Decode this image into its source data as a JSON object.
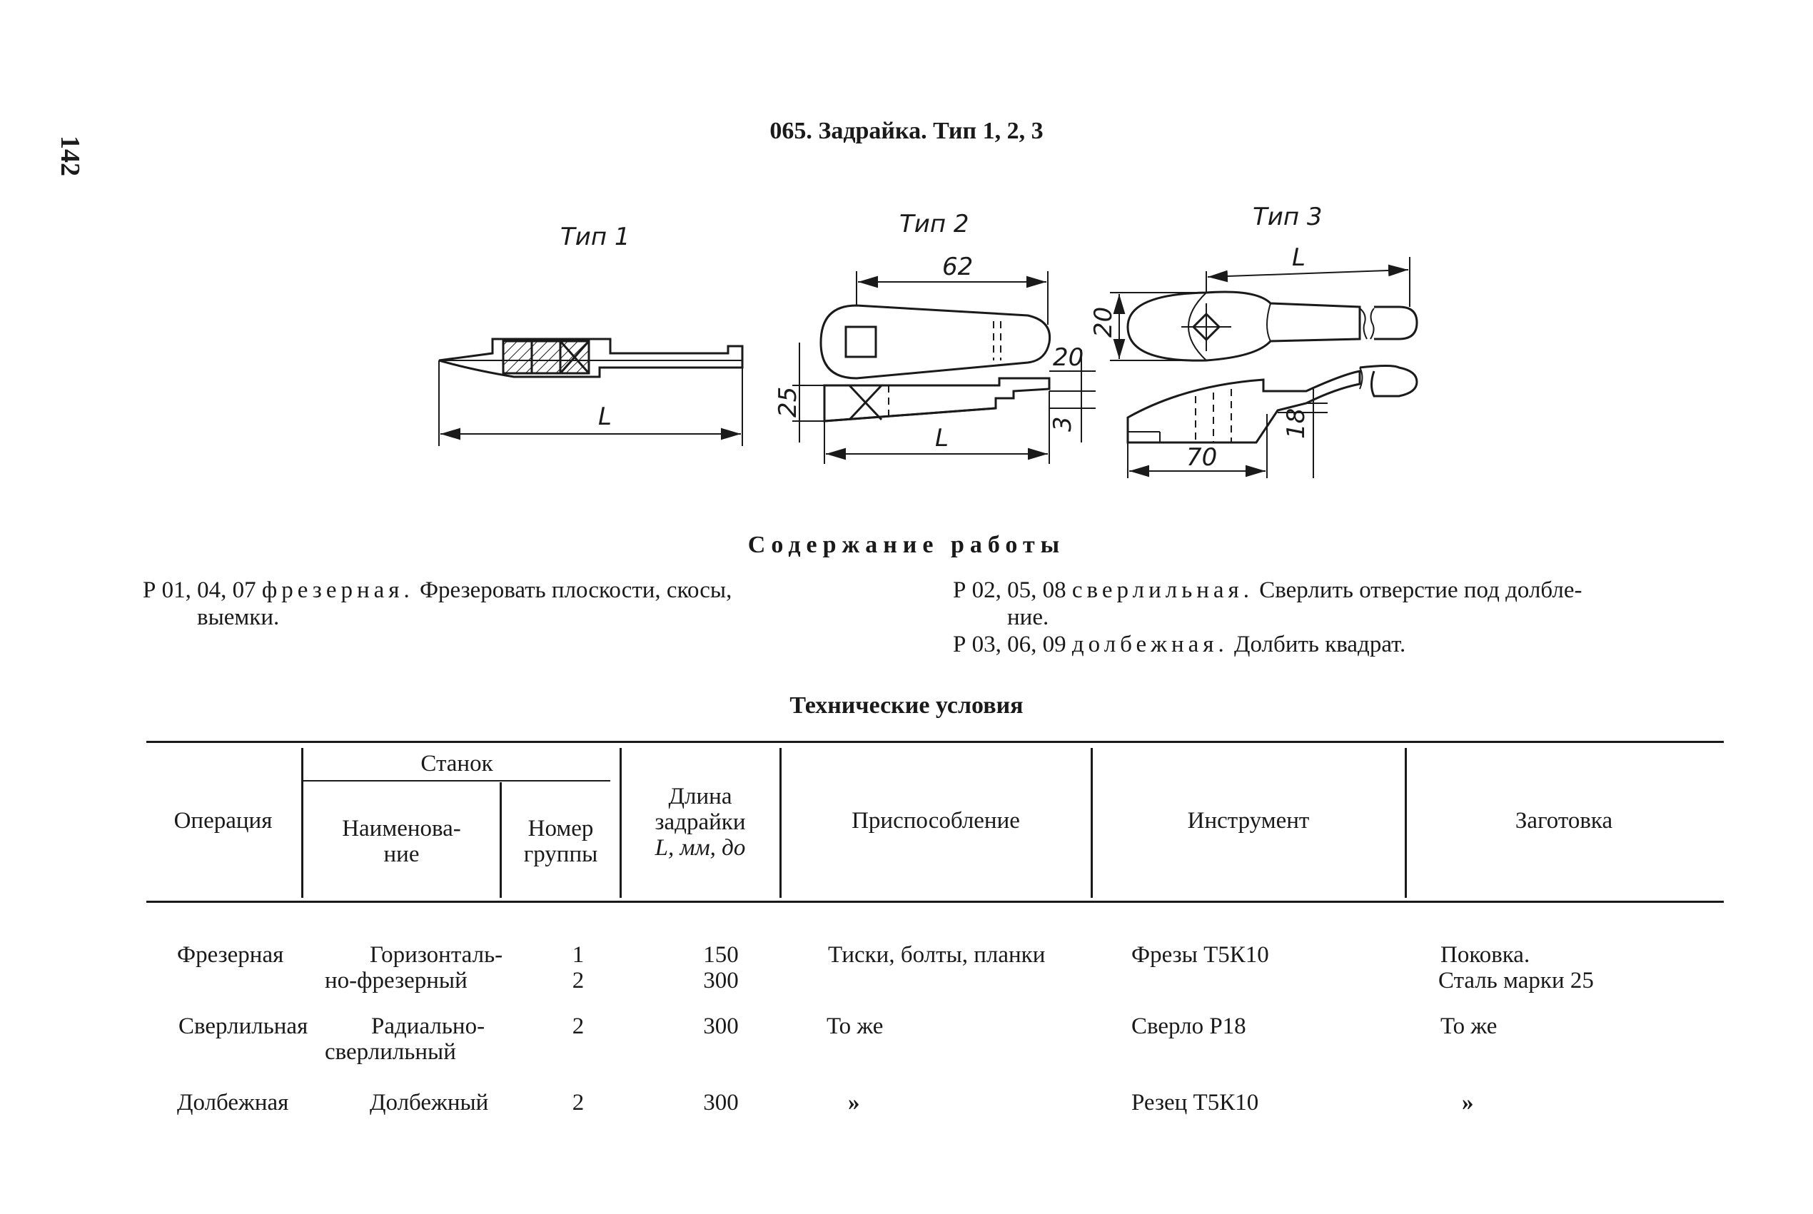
{
  "page_number": "142",
  "title": "065. Задрайка. Тип 1, 2, 3",
  "drawings": {
    "type1": {
      "label": "Тип 1",
      "dim_length": "L"
    },
    "type2": {
      "label": "Тип 2",
      "dim_top": "62",
      "dim_height": "25",
      "dim_right": "20",
      "dim_small": "3",
      "dim_length": "L"
    },
    "type3": {
      "label": "Тип 3",
      "dim_top": "L",
      "dim_head": "20",
      "dim_bottom": "70",
      "dim_side": "18"
    }
  },
  "content": {
    "heading": "Содержание работы",
    "left": {
      "code": "Р 01, 04, 07",
      "op": "фрезерная.",
      "text_line1": "Фрезеровать плоскости, скосы,",
      "text_line2": "выемки."
    },
    "right1": {
      "code": "Р 02, 05, 08",
      "op": "сверлильная.",
      "text_line1": "Сверлить отверстие под долбле-",
      "text_line2": "ние."
    },
    "right2": {
      "code": "Р 03, 06, 09",
      "op": "долбежная.",
      "text_line1": "Долбить квадрат."
    }
  },
  "tech": {
    "heading": "Технические условия",
    "headers": {
      "operation": "Операция",
      "machine": "Станок",
      "name_l1": "Наименова-",
      "name_l2": "ние",
      "group_l1": "Номер",
      "group_l2": "группы",
      "length_l1": "Длина",
      "length_l2": "задрайки",
      "length_l3": "L, мм, до",
      "fixture": "Приспособление",
      "tool": "Инструмент",
      "blank": "Заготовка"
    },
    "rows": [
      {
        "operation": "Фрезерная",
        "name_l1": "Горизонталь-",
        "name_l2": "но-фрезерный",
        "group_l1": "1",
        "group_l2": "2",
        "length_l1": "150",
        "length_l2": "300",
        "fixture": "Тиски, болты, планки",
        "tool": "Фрезы Т5К10",
        "blank_l1": "Поковка.",
        "blank_l2": "Сталь марки 25"
      },
      {
        "operation": "Сверлильная",
        "name_l1": "Радиально-",
        "name_l2": "сверлильный",
        "group_l1": "2",
        "length_l1": "300",
        "fixture": "То же",
        "tool": "Сверло Р18",
        "blank_l1": "То же"
      },
      {
        "operation": "Долбежная",
        "name_l1": "Долбежный",
        "group_l1": "2",
        "length_l1": "300",
        "fixture": "»",
        "tool": "Резец Т5К10",
        "blank_l1": "»"
      }
    ]
  }
}
